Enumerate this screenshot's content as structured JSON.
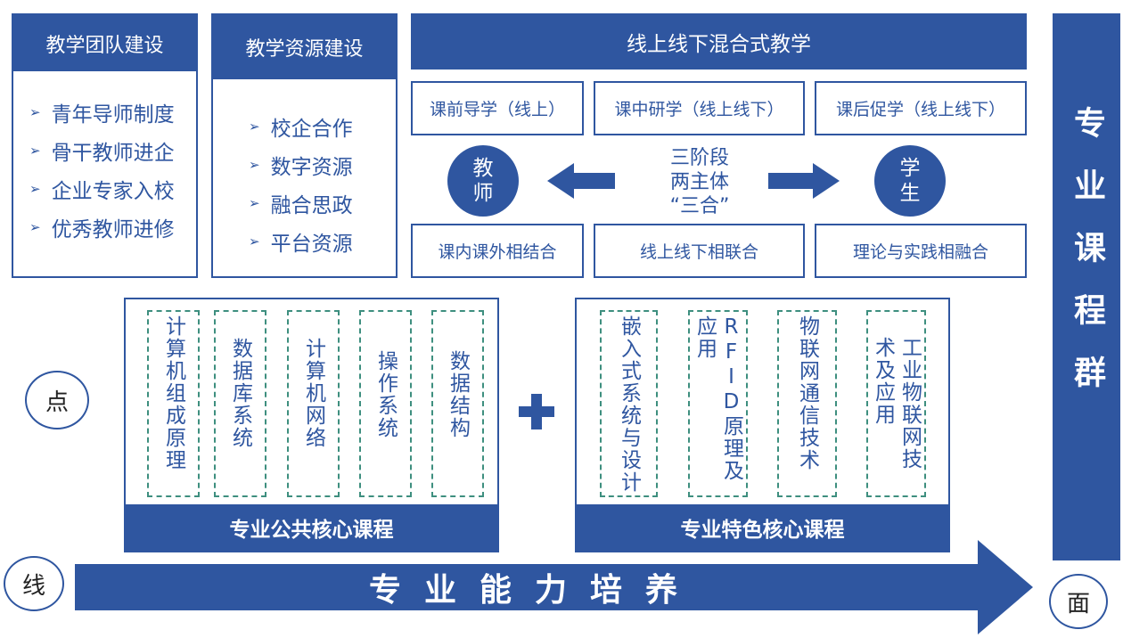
{
  "team": {
    "title": "教学团队建设",
    "items": [
      "青年导师制度",
      "骨干教师进企",
      "企业专家入校",
      "优秀教师进修"
    ]
  },
  "resource": {
    "title": "教学资源建设",
    "items": [
      "校企合作",
      "数字资源",
      "融合思政",
      "平台资源"
    ]
  },
  "blended": {
    "title": "线上线下混合式教学",
    "phases": [
      "课前导学（线上）",
      "课中研学（线上线下）",
      "课后促学（线上线下）"
    ],
    "teacher": "教师",
    "student": "学生",
    "center": [
      "三阶段",
      "两主体",
      "“三合”"
    ],
    "principles": [
      "课内课外相结合",
      "线上线下相联合",
      "理论与实践相融合"
    ]
  },
  "public_core": {
    "footer": "专业公共核心课程",
    "courses": [
      "计算机组成原理",
      "数据库系统",
      "计算机网络",
      "操作系统",
      "数据结构"
    ]
  },
  "special_core": {
    "footer": "专业特色核心课程",
    "courses": [
      "嵌入式系统与设计",
      "RFID原理及应用",
      "物联网通信技术",
      "工业物联网技术及应用"
    ]
  },
  "plus": "+",
  "labels": {
    "point": "点",
    "line": "线",
    "face": "面"
  },
  "arrow_text": "专业能力培养",
  "right_bar": "专业课程群",
  "colors": {
    "navy": "#2f56a0",
    "dashed": "#3e8f7f"
  }
}
